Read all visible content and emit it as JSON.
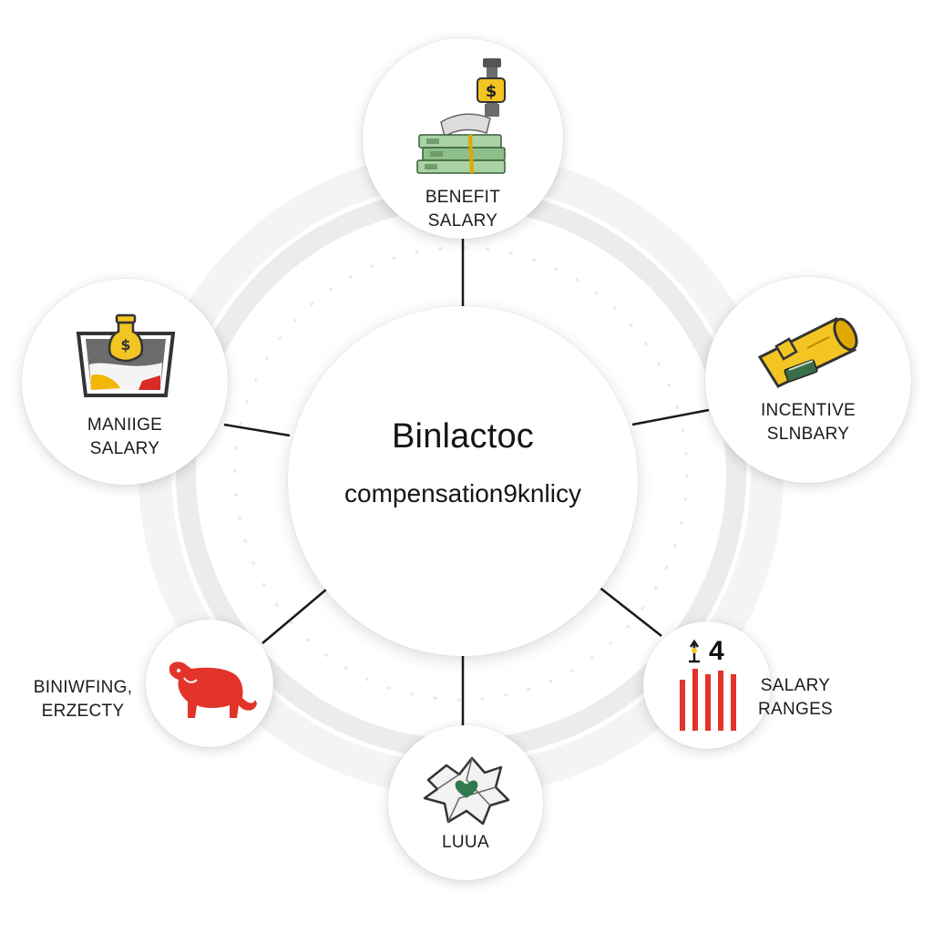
{
  "hub": {
    "title": "Binlactoc",
    "subtitle": "compensation9knlicy"
  },
  "nodes": {
    "top": {
      "line1": "BENEFIT",
      "line2": "SALARY",
      "icon": "money-stack-press-icon"
    },
    "left": {
      "line1": "MANIIGE",
      "line2": "SALARY",
      "icon": "money-jar-tray-icon"
    },
    "right": {
      "line1": "INCENTIVE",
      "line2": "SLNBARY",
      "icon": "yellow-cylinder-ticket-icon"
    },
    "bottom_left": {
      "line1": "BINIWFING,",
      "line2": "ERZECTY",
      "icon": "red-animal-icon"
    },
    "bottom": {
      "line1": "LUUA",
      "icon": "crumpled-paper-heart-icon"
    },
    "bottom_right": {
      "line1": "SALARY",
      "line2": "RANGES",
      "icon": "red-bars-icon",
      "badge": "4"
    }
  },
  "colors": {
    "accent_yellow": "#f2c523",
    "accent_red": "#e2342b",
    "money_green": "#8dbf8a",
    "ring_gray": "#eeeeee",
    "line": "#1a1a1a"
  }
}
